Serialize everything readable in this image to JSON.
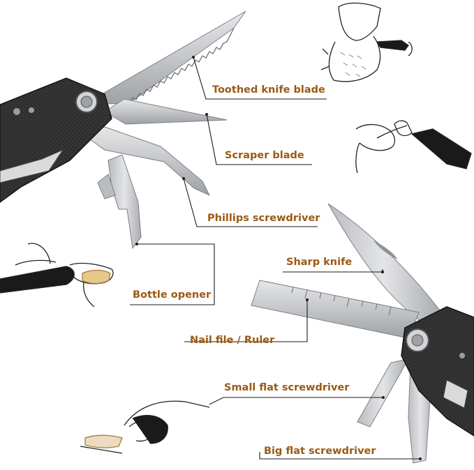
{
  "colors": {
    "label_text": "#9a5a14",
    "leader_line": "#1a1a1a",
    "steel": "#c7c9cc",
    "steel_dark": "#8f9297",
    "handle": "#2b2b2b"
  },
  "labels": {
    "toothed_knife_blade": "Toothed knife blade",
    "scraper_blade": "Scraper blade",
    "phillips_screwdriver": "Phillips screwdriver",
    "bottle_opener": "Bottle opener",
    "sharp_knife": "Sharp knife",
    "nail_file_ruler": "Nail file / Ruler",
    "small_flat_screwdriver": "Small flat screwdriver",
    "big_flat_screwdriver": "Big flat screwdriver"
  },
  "icons": {
    "fish_scaling": "fish-scaling-illustration",
    "hand_scraping": "hand-scraping-illustration",
    "bottle_cap": "bottle-cap-illustration",
    "screw_turning": "hand-screw-illustration"
  }
}
